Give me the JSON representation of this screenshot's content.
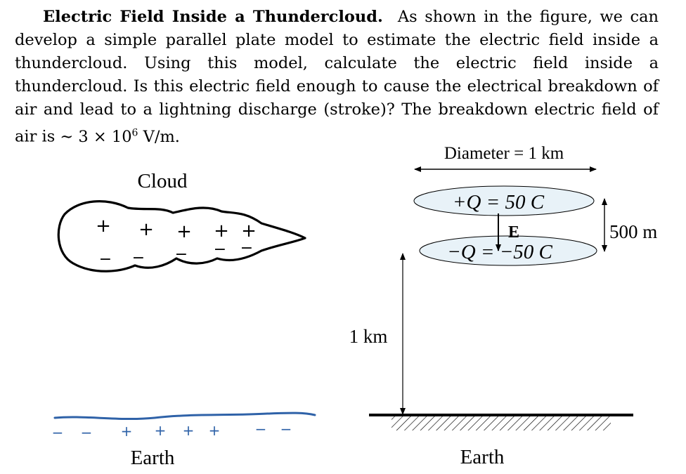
{
  "problem": {
    "title": "Electric Field Inside a Thundercloud.",
    "body": "As shown in the figure, we can develop a simple parallel plate model to estimate the electric field inside a thundercloud. Using this model, calculate the electric field inside a thundercloud. Is this electric field enough to cause the electrical breakdown of air and lead to a lightning discharge (stroke)? The breakdown electric field of air is",
    "breakdown_prefix": "∼ 3 × 10",
    "breakdown_exponent": "6",
    "breakdown_unit": "V/m."
  },
  "sketch": {
    "cloud_label": "Cloud",
    "earth_label": "Earth",
    "cloud_charges_top": [
      "+",
      "+",
      "+",
      "+",
      "+"
    ],
    "cloud_charges_bottom": [
      "−",
      "−",
      "−",
      "−",
      "−"
    ],
    "ground_charges": [
      "−",
      "−",
      "+",
      "+",
      "+",
      "+",
      "−",
      "−"
    ]
  },
  "model": {
    "diameter_label": "Diameter = 1 km",
    "top_plate_label": "+Q = 50 C",
    "bottom_plate_label": "−Q = −50 C",
    "field_label": "E",
    "separation_label": "500 m",
    "height_label": "1 km",
    "earth_label": "Earth"
  },
  "colors": {
    "ink": "#000000",
    "plate_fill": "#e8f2f8",
    "ground_pen": "#2f62a8"
  }
}
